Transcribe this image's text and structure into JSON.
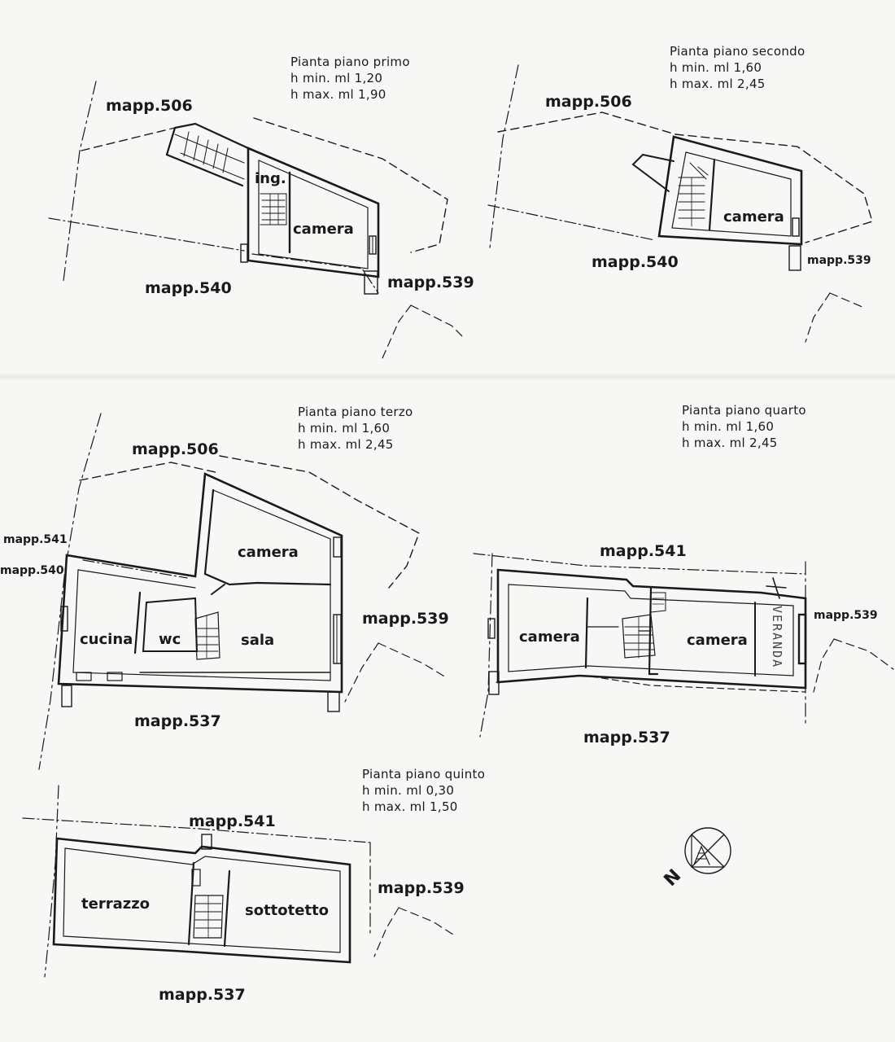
{
  "plans": [
    {
      "title": "Pianta piano primo",
      "h_min": "h min. ml 1,20",
      "h_max": "h max. ml 1,90",
      "parcels": [
        "mapp.506",
        "mapp.540",
        "mapp.539"
      ],
      "rooms": [
        "ing.",
        "camera"
      ]
    },
    {
      "title": "Pianta piano secondo",
      "h_min": "h min. ml 1,60",
      "h_max": "h max. ml 2,45",
      "parcels": [
        "mapp.506",
        "mapp.540",
        "mapp.539"
      ],
      "rooms": [
        "camera"
      ]
    },
    {
      "title": "Pianta piano terzo",
      "h_min": "h min. ml 1,60",
      "h_max": "h max. ml 2,45",
      "parcels": [
        "mapp.506",
        "mapp.541",
        "mapp.540",
        "mapp.539",
        "mapp.537"
      ],
      "rooms": [
        "camera",
        "cucina",
        "wc",
        "sala"
      ]
    },
    {
      "title": "Pianta piano quarto",
      "h_min": "h min. ml 1,60",
      "h_max": "h max. ml 2,45",
      "parcels": [
        "mapp.541",
        "mapp.539",
        "mapp.537"
      ],
      "rooms": [
        "camera",
        "camera"
      ],
      "handwritten": "VERANDA"
    },
    {
      "title": "Pianta piano quinto",
      "h_min": "h min. ml 0,30",
      "h_max": "h max. ml 1,50",
      "parcels": [
        "mapp.541",
        "mapp.539",
        "mapp.537"
      ],
      "rooms": [
        "terrazzo",
        "sottotetto"
      ]
    }
  ],
  "north_arrow": {
    "label": "N",
    "icon": "north-arrow-icon"
  },
  "colors": {
    "ink": "#1a1a1a",
    "paper": "#f7f7f5"
  }
}
